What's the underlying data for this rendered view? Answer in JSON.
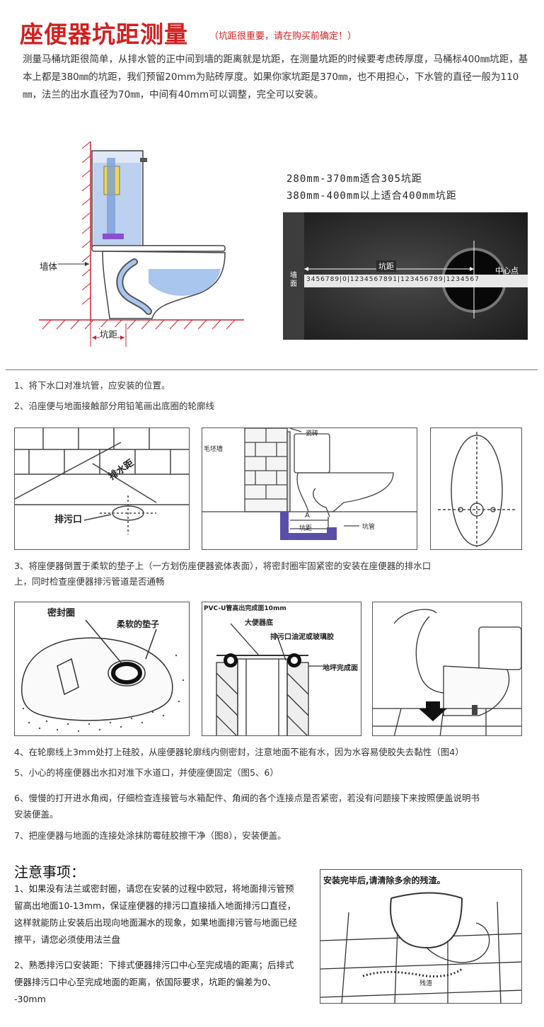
{
  "header": {
    "title": "座便器坑距测量",
    "subtitle": "（坑距很重要，请在购买前确定！）",
    "intro": "测量马桶坑距很简单，从排水管的正中间到墙的距离就是坑距，在测量坑距的时候要考虑砖厚度，马桶标400㎜坑距，基本上都是380㎜的坑距，我们预留20mm为贴砖厚度。如果你家坑距是370㎜，也不用担心，下水管的直径一般为110㎜，法兰的出水直径为70㎜，中间有40mm可以调整，完全可以安装。"
  },
  "diagram1": {
    "wall_label": "墙体",
    "pit_label": "坑距"
  },
  "tips": {
    "line1": "280mm-370mm适合305坑距",
    "line2": "380mm-400mm以上适合400mm坑距"
  },
  "photo1": {
    "wall": "墙面",
    "pit": "坑距",
    "center": "中心点",
    "tape": "3456789|0|1234567891|123456789|1234567"
  },
  "steps": {
    "s1": "1、将下水口对准坑管，应安装的位置。",
    "s2": "2、沿座便与地面接触部分用铅笔画出底圈的轮廓线",
    "s3a": "3、将座便器倒置于柔软的垫子上（一方划伤座便器瓷体表面），将密封圈牢固紧密的安装在座便器的排水口",
    "s3b": "上，同时检查座便器排污管道是否通畅",
    "s4": "4、在轮廓线上3mm处打上硅胶，从座便器轮廓线内侧密封，注意地面不能有水，因为水容易使胶失去黏性（图4）",
    "s5": "5、小心的将座便器出水扣对准下水道口，并使座便固定（图5、6）",
    "s6a": "6、慢慢的打开进水角阀，仔细检查连接管与水箱配件、角阀的各个连接点是否紧密，若没有问题接下来按照便盖说明书",
    "s6b": "安装便盖。",
    "s7": "7、把座便器与地面的连接处涂抹防霉硅胶擦干净（图8），安装便盖。"
  },
  "panel1": {
    "drain_distance": "排水距",
    "outlet": "排污口"
  },
  "panel2": {
    "tile": "瓷砖",
    "wall": "毛坯墙",
    "a": "A",
    "pit": "坑距",
    "pipe": "坑管"
  },
  "panel4": {
    "seal": "密封圈",
    "pad": "柔软的垫子"
  },
  "panel5": {
    "pvc": "PVC-U管高出完成面10mm",
    "base": "大便器底",
    "putty": "排污口油泥或玻璃胶",
    "floor": "地坪完成面"
  },
  "notes": {
    "title": "注意事项：",
    "n1": [
      "1、如果没有法兰或密封圈，请您在安装的过程中欧冠，将地面排污管预",
      "留高出地面10-13mm，保证座便器的排污口直接插入地面排污口直径，",
      "这样就能防止安装后出现向地面漏水的现象，如果地面排污管与地面已经",
      "擦平，请您必须使用法兰盘"
    ],
    "n2": [
      "2、熟悉排污口安装距：下排式便器排污口中心至完成墙的距离；后排式",
      "便器排污口中心至完成地面的距离，依国际要求，坑距的偏差为0、",
      "-30mm"
    ]
  },
  "panel7": {
    "caption": "安装完毕后,请清除多余的残渣。",
    "residue": "残渣"
  }
}
